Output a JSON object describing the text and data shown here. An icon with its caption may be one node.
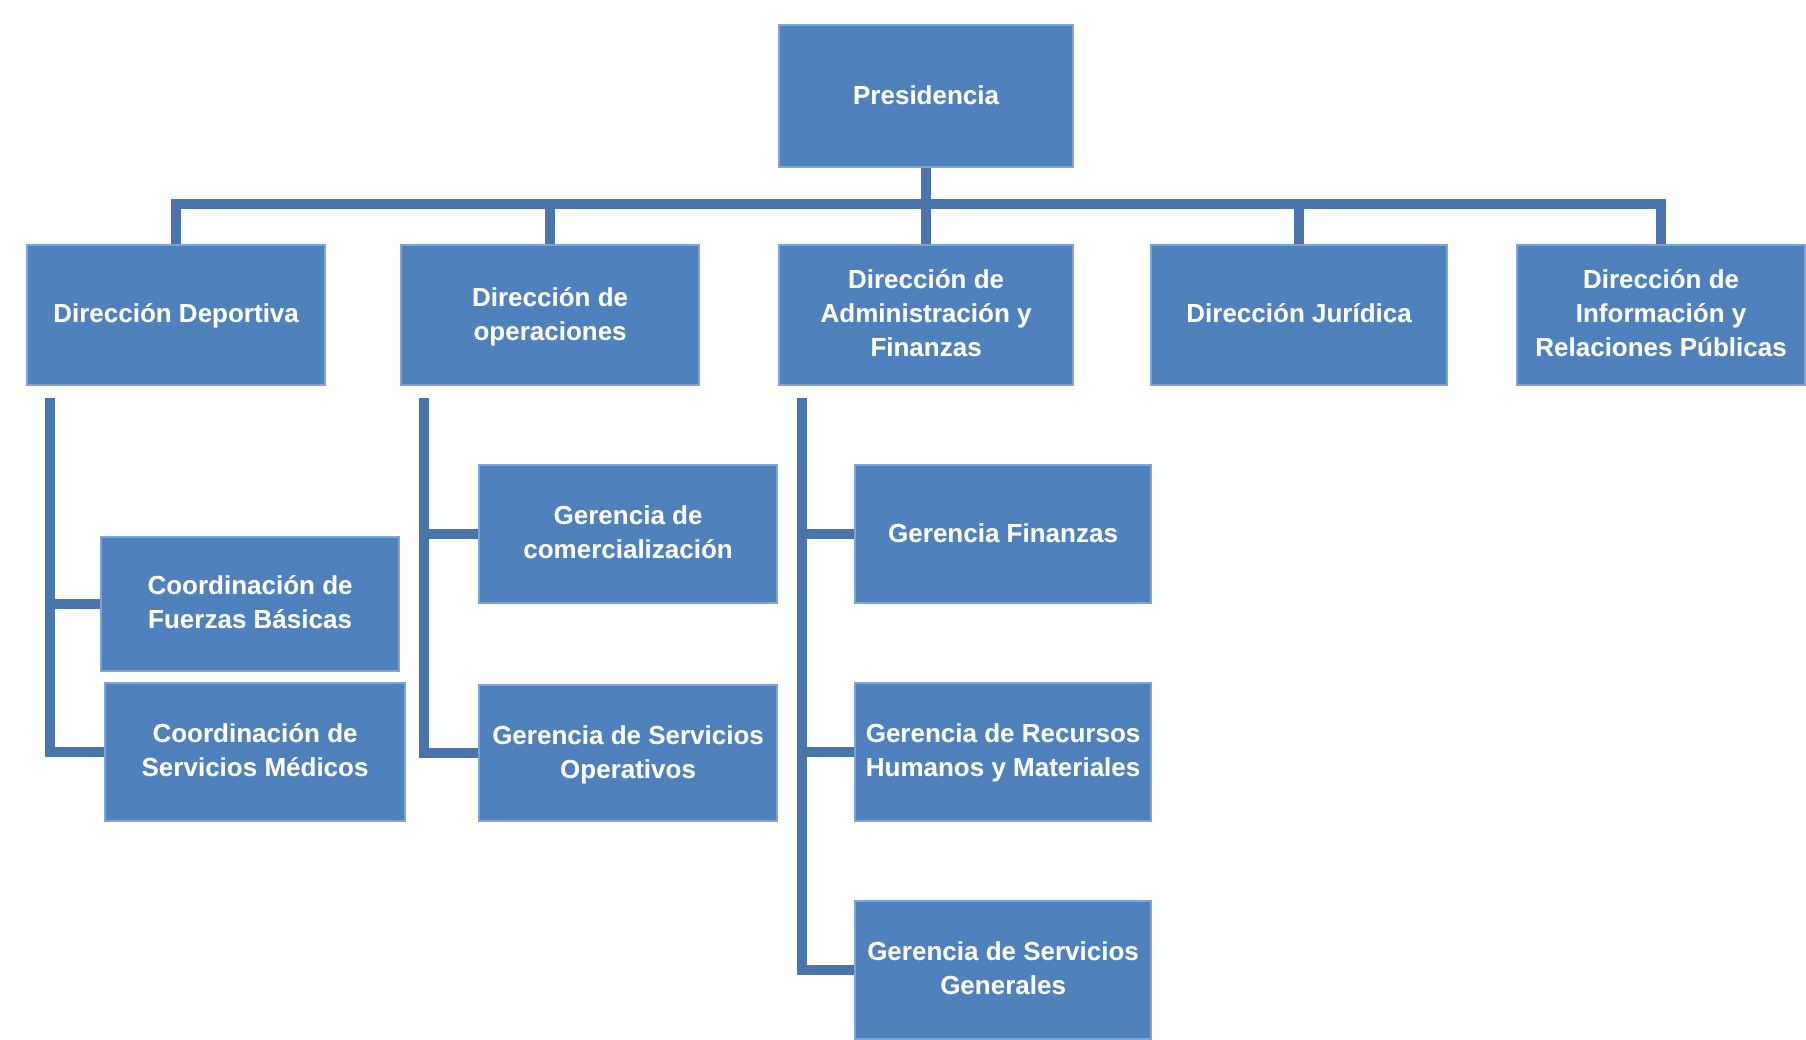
{
  "diagram": {
    "nodes": [
      {
        "text": [
          "Presidencia"
        ]
      },
      {
        "text": [
          "Dirección Deportiva"
        ]
      },
      {
        "text": [
          "Dirección de operaciones"
        ]
      },
      {
        "text": [
          "Dirección de Administración y Finanzas"
        ]
      },
      {
        "text": [
          "Dirección Jurídica"
        ]
      },
      {
        "text": [
          "Dirección de Información y Relaciones Públicas"
        ]
      },
      {
        "text": [
          "Coordinación de Fuerzas Básicas"
        ]
      },
      {
        "text": [
          "Coordinación de Servicios Médicos"
        ]
      },
      {
        "text": [
          "Gerencia de comercialización"
        ]
      },
      {
        "text": [
          "Gerencia de Servicios Operativos"
        ]
      },
      {
        "text": [
          "Gerencia Finanzas"
        ]
      },
      {
        "text": [
          "Gerencia de Recursos Humanos y Materiales"
        ]
      },
      {
        "text": [
          "Gerencia de Servicios Generales"
        ]
      }
    ],
    "edges": [
      {
        "from": 0,
        "to": 1,
        "arrow": "none"
      },
      {
        "from": 0,
        "to": 2,
        "arrow": "none"
      },
      {
        "from": 0,
        "to": 3,
        "arrow": "none"
      },
      {
        "from": 0,
        "to": 4,
        "arrow": "none"
      },
      {
        "from": 0,
        "to": 5,
        "arrow": "none"
      },
      {
        "from": 1,
        "to": 6,
        "arrow": "none"
      },
      {
        "from": 1,
        "to": 7,
        "arrow": "none"
      },
      {
        "from": 2,
        "to": 8,
        "arrow": "none"
      },
      {
        "from": 2,
        "to": 9,
        "arrow": "none"
      },
      {
        "from": 3,
        "to": 10,
        "arrow": "none"
      },
      {
        "from": 3,
        "to": 11,
        "arrow": "none"
      },
      {
        "from": 3,
        "to": 12,
        "arrow": "none"
      }
    ]
  }
}
